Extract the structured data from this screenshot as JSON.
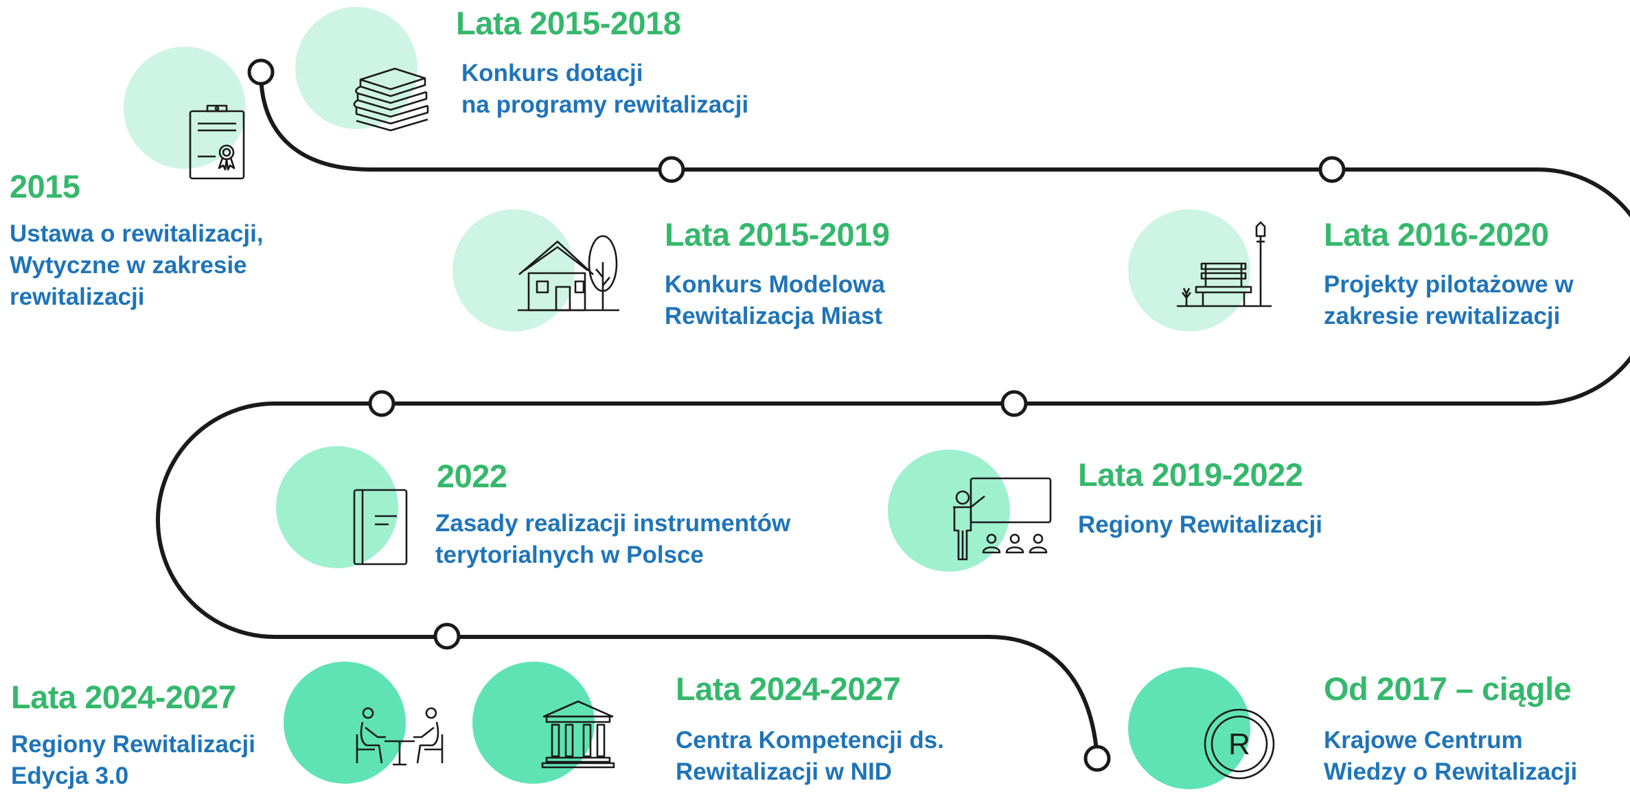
{
  "colors": {
    "year": "#35b86c",
    "description": "#1f74b9",
    "timeline": "#1a1a1a",
    "blob_light": "#cdf4e4",
    "blob_mid": "#9ff0cf",
    "blob_strong": "#5fe3b4"
  },
  "milestones": [
    {
      "year": "2015",
      "lines": [
        "Ustawa o rewitalizacji,",
        "Wytyczne w zakresie",
        "rewitalizacji"
      ],
      "icon": "certificate-icon"
    },
    {
      "year": "Lata 2015-2018",
      "lines": [
        "Konkurs dotacji",
        "na programy rewitalizacji"
      ],
      "icon": "books-icon"
    },
    {
      "year": "Lata 2015-2019",
      "lines": [
        "Konkurs Modelowa",
        "Rewitalizacja Miast"
      ],
      "icon": "house-tree-icon"
    },
    {
      "year": "Lata 2016-2020",
      "lines": [
        "Projekty pilotażowe w",
        "zakresie rewitalizacji"
      ],
      "icon": "bench-lamp-icon"
    },
    {
      "year": "2022",
      "lines": [
        "Zasady realizacji instrumentów",
        "terytorialnych w Polsce"
      ],
      "icon": "notebook-icon"
    },
    {
      "year": "Lata 2019-2022",
      "lines": [
        "Regiony Rewitalizacji"
      ],
      "icon": "presentation-icon"
    },
    {
      "year": "Lata 2024-2027",
      "lines": [
        "Regiony Rewitalizacji",
        "Edycja 3.0"
      ],
      "icon": "meeting-icon"
    },
    {
      "year": "Lata 2024-2027",
      "lines": [
        "Centra Kompetencji ds.",
        "Rewitalizacji w NID"
      ],
      "icon": "institution-icon"
    },
    {
      "year": "Od 2017 – ciągle",
      "lines": [
        "Krajowe Centrum",
        "Wiedzy o Rewitalizacji"
      ],
      "icon": "registered-icon"
    }
  ]
}
